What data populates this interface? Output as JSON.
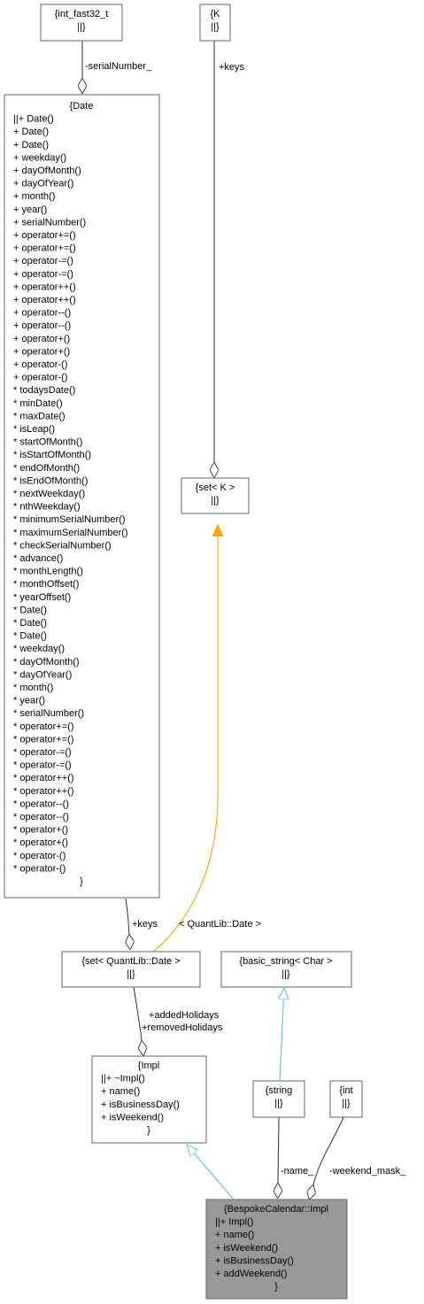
{
  "nodes": {
    "int_fast32": [
      "{int_fast32_t",
      "||}"
    ],
    "K": [
      "{K",
      "||}"
    ],
    "date": [
      "{Date",
      "||+ Date()",
      "+ Date()",
      "+ Date()",
      "+ weekday()",
      "+ dayOfMonth()",
      "+ dayOfYear()",
      "+ month()",
      "+ year()",
      "+ serialNumber()",
      "+ operator+=()",
      "+ operator+=()",
      "+ operator-=()",
      "+ operator-=()",
      "+ operator++()",
      "+ operator++()",
      "+ operator--()",
      "+ operator--()",
      "+ operator+()",
      "+ operator+()",
      "+ operator-()",
      "+ operator-()",
      "* todaysDate()",
      "* minDate()",
      "* maxDate()",
      "* isLeap()",
      "* startOfMonth()",
      "* isStartOfMonth()",
      "* endOfMonth()",
      "* isEndOfMonth()",
      "* nextWeekday()",
      "* nthWeekday()",
      "* minimumSerialNumber()",
      "* maximumSerialNumber()",
      "* checkSerialNumber()",
      "* advance()",
      "* monthLength()",
      "* monthOffset()",
      "* yearOffset()",
      "* Date()",
      "* Date()",
      "* Date()",
      "* weekday()",
      "* dayOfMonth()",
      "* dayOfYear()",
      "* month()",
      "* year()",
      "* serialNumber()",
      "* operator+=()",
      "* operator+=()",
      "* operator-=()",
      "* operator-=()",
      "* operator++()",
      "* operator++()",
      "* operator--()",
      "* operator--()",
      "* operator+()",
      "* operator+()",
      "* operator-()",
      "* operator-()",
      "}"
    ],
    "set_K": [
      "{set< K >",
      "||}"
    ],
    "set_date": [
      "{set< QuantLib::Date >",
      "||}"
    ],
    "basic_string": [
      "{basic_string< Char >",
      "||}"
    ],
    "impl": [
      "{Impl",
      "||+ ~Impl()",
      "+ name()",
      "+ isBusinessDay()",
      "+ isWeekend()",
      "}"
    ],
    "string": [
      "{string",
      "||}"
    ],
    "int": [
      "{int",
      "||}"
    ],
    "bespoke": [
      "{BespokeCalendar::Impl",
      "||+ Impl()",
      "+ name()",
      "+ isWeekend()",
      "+ isBusinessDay()",
      "+ addWeekend()",
      "}"
    ]
  },
  "edge_labels": {
    "serial_number": "-serialNumber_",
    "keys_k": "+keys",
    "keys_date": "+keys",
    "template_arg": "< QuantLib::Date >",
    "added_holidays": "+addedHolidays",
    "removed_holidays": "+removedHolidays",
    "name": "-name_",
    "weekend_mask": "-weekend_mask_"
  },
  "colors": {
    "node_border": "#666666",
    "node_fill": "#ffffff",
    "focus_fill": "#999999",
    "composition_edge": "#404040",
    "inheritance_edge": "#63b8ff",
    "template_edge": "#ffa500"
  }
}
